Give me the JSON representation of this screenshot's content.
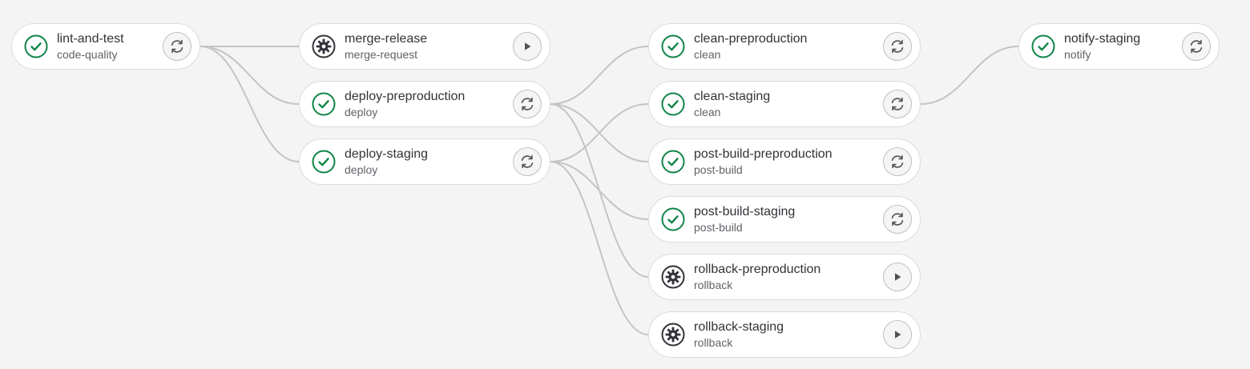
{
  "colors": {
    "success": "#108548",
    "manual": "#333238",
    "link": "#c4c4c4"
  },
  "jobs": [
    {
      "id": "lint-and-test",
      "name": "lint-and-test",
      "stage": "code-quality",
      "status": "success",
      "status_icon": "check-circle-icon",
      "action": "retry",
      "action_icon": "retry-icon"
    },
    {
      "id": "merge-release",
      "name": "merge-release",
      "stage": "merge-request",
      "status": "manual",
      "status_icon": "gear-icon",
      "action": "play",
      "action_icon": "play-icon"
    },
    {
      "id": "deploy-preproduction",
      "name": "deploy-preproduction",
      "stage": "deploy",
      "status": "success",
      "status_icon": "check-circle-icon",
      "action": "retry",
      "action_icon": "retry-icon"
    },
    {
      "id": "deploy-staging",
      "name": "deploy-staging",
      "stage": "deploy",
      "status": "success",
      "status_icon": "check-circle-icon",
      "action": "retry",
      "action_icon": "retry-icon"
    },
    {
      "id": "clean-preproduction",
      "name": "clean-preproduction",
      "stage": "clean",
      "status": "success",
      "status_icon": "check-circle-icon",
      "action": "retry",
      "action_icon": "retry-icon"
    },
    {
      "id": "clean-staging",
      "name": "clean-staging",
      "stage": "clean",
      "status": "success",
      "status_icon": "check-circle-icon",
      "action": "retry",
      "action_icon": "retry-icon"
    },
    {
      "id": "post-build-preproduction",
      "name": "post-build-preproduction",
      "stage": "post-build",
      "status": "success",
      "status_icon": "check-circle-icon",
      "action": "retry",
      "action_icon": "retry-icon"
    },
    {
      "id": "post-build-staging",
      "name": "post-build-staging",
      "stage": "post-build",
      "status": "success",
      "status_icon": "check-circle-icon",
      "action": "retry",
      "action_icon": "retry-icon"
    },
    {
      "id": "rollback-preproduction",
      "name": "rollback-preproduction",
      "stage": "rollback",
      "status": "manual",
      "status_icon": "gear-icon",
      "action": "play",
      "action_icon": "play-icon"
    },
    {
      "id": "rollback-staging",
      "name": "rollback-staging",
      "stage": "rollback",
      "status": "manual",
      "status_icon": "gear-icon",
      "action": "play",
      "action_icon": "play-icon"
    },
    {
      "id": "notify-staging",
      "name": "notify-staging",
      "stage": "notify",
      "status": "success",
      "status_icon": "check-circle-icon",
      "action": "retry",
      "action_icon": "retry-icon"
    }
  ],
  "links": [
    [
      "lint-and-test",
      "merge-release"
    ],
    [
      "lint-and-test",
      "deploy-preproduction"
    ],
    [
      "lint-and-test",
      "deploy-staging"
    ],
    [
      "deploy-preproduction",
      "clean-preproduction"
    ],
    [
      "deploy-preproduction",
      "post-build-preproduction"
    ],
    [
      "deploy-preproduction",
      "rollback-preproduction"
    ],
    [
      "deploy-staging",
      "clean-staging"
    ],
    [
      "deploy-staging",
      "post-build-staging"
    ],
    [
      "deploy-staging",
      "rollback-staging"
    ],
    [
      "clean-staging",
      "notify-staging"
    ]
  ]
}
